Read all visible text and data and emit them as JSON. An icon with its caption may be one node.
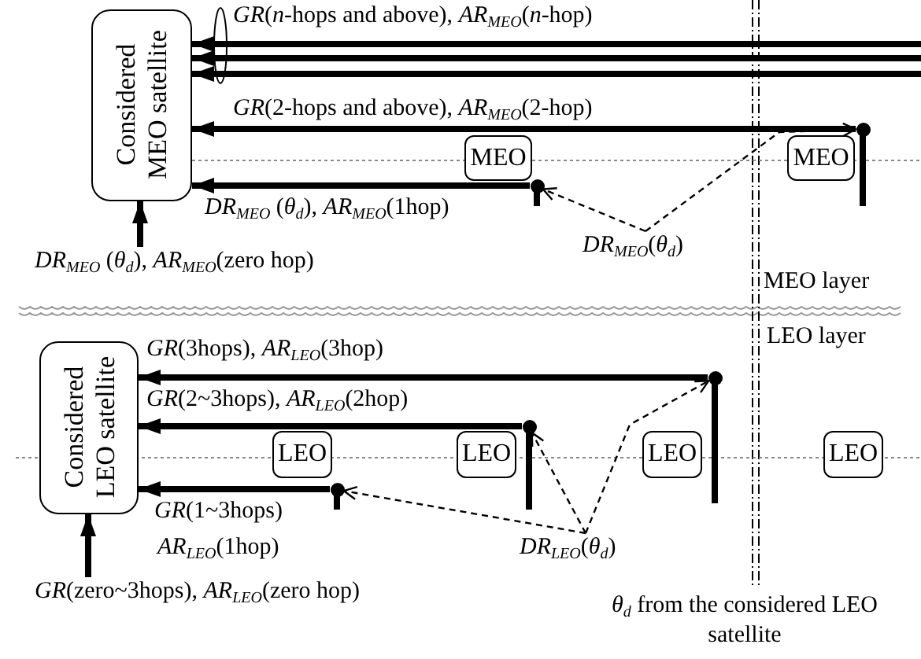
{
  "diagram": {
    "nodes": [
      {
        "text": [
          "Considered MEO satellite"
        ]
      },
      {
        "text": [
          "MEO"
        ]
      },
      {
        "text": [
          "MEO"
        ]
      },
      {
        "text": [],
        "shape": "circle"
      },
      {
        "text": [],
        "shape": "circle"
      },
      {
        "text": [
          "*DR*$_{MEO}$(*θ*$_{d}$)"
        ]
      },
      {
        "text": [
          "Considered LEO satellite"
        ]
      },
      {
        "text": [
          "LEO"
        ]
      },
      {
        "text": [
          "LEO"
        ]
      },
      {
        "text": [
          "LEO"
        ]
      },
      {
        "text": [
          "LEO"
        ]
      },
      {
        "text": [],
        "shape": "circle"
      },
      {
        "text": [],
        "shape": "circle"
      },
      {
        "text": [],
        "shape": "circle"
      },
      {
        "text": [
          "*DR*$_{LEO}$(*θ*$_{d}$)"
        ]
      },
      {
        "text": [
          "*DR*$_{MEO}$ (*θ*$_{d}$), *AR*$_{MEO}$(zero hop)"
        ]
      },
      {
        "text": [
          "*GR*(zero~3hops), *AR*$_{LEO}$(zero hop)"
        ]
      }
    ],
    "edges": [
      {
        "from": null,
        "to": 0,
        "arrow": "to"
      },
      {
        "from": null,
        "to": 0,
        "arrow": "to"
      },
      {
        "from": null,
        "to": 0,
        "arrow": "to"
      },
      {
        "from": 4,
        "to": 0,
        "arrow": "to"
      },
      {
        "from": 3,
        "to": 0,
        "arrow": "to"
      },
      {
        "from": 5,
        "to": 3,
        "arrow": "to",
        "style": "dashed"
      },
      {
        "from": 5,
        "to": 4,
        "arrow": "to",
        "style": "dashed"
      },
      {
        "from": 15,
        "to": 0,
        "arrow": "to"
      },
      {
        "from": 13,
        "to": 6,
        "arrow": "to"
      },
      {
        "from": 12,
        "to": 6,
        "arrow": "to"
      },
      {
        "from": 11,
        "to": 6,
        "arrow": "to"
      },
      {
        "from": 14,
        "to": 11,
        "arrow": "to",
        "style": "dashed"
      },
      {
        "from": 14,
        "to": 12,
        "arrow": "to",
        "style": "dashed"
      },
      {
        "from": 14,
        "to": 13,
        "arrow": "to",
        "style": "dashed"
      },
      {
        "from": 16,
        "to": 6,
        "arrow": "to"
      }
    ],
    "labels": [
      "*GR*(*n*-hops and above), *AR*$_{MEO}$(*n*-hop)",
      "*GR*(2-hops and above), *AR*$_{MEO}$(2-hop)",
      "*DR*$_{MEO}$ (*θ*$_{d}$), *AR*$_{MEO}$(1hop)",
      "MEO layer",
      "LEO layer",
      "*GR*(3hops), *AR*$_{LEO}$(3hop)",
      "*GR*(2~3hops), *AR*$_{LEO}$(2hop)",
      "*GR*(1~3hops)",
      "*AR*$_{LEO}$(1hop)",
      "*θ*$_{d}$ from the considered LEO satellite"
    ]
  }
}
